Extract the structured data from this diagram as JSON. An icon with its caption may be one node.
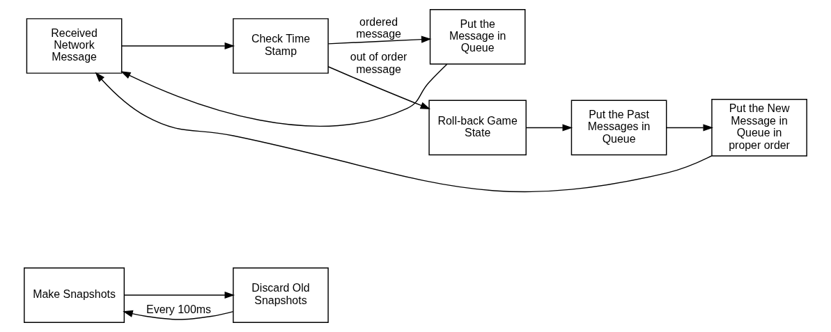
{
  "diagram": {
    "nodes": [
      {
        "text": [
          "Make Snapshots"
        ]
      },
      {
        "text": [
          "Discard Old Snapshots"
        ]
      },
      {
        "text": [
          "Received Network Message"
        ]
      },
      {
        "text": [
          "Check Time Stamp"
        ]
      },
      {
        "text": [
          "Put the Message in Queue"
        ]
      },
      {
        "text": [
          "Roll-back Game State"
        ]
      },
      {
        "text": [
          "Put the Past Messages in Queue"
        ]
      },
      {
        "text": [
          "Put the New Message in Queue in proper order"
        ]
      }
    ],
    "edges": [
      {
        "from": 0,
        "to": 1,
        "arrow": "to"
      },
      {
        "from": 1,
        "to": 0,
        "arrow": "to",
        "label": "Every 100ms"
      },
      {
        "from": 2,
        "to": 3,
        "arrow": "to"
      },
      {
        "from": 3,
        "to": 4,
        "arrow": "to",
        "label": "ordered message"
      },
      {
        "from": 3,
        "to": 5,
        "arrow": "to",
        "label": "out of order message"
      },
      {
        "from": 5,
        "to": 6,
        "arrow": "to"
      },
      {
        "from": 6,
        "to": 7,
        "arrow": "to"
      },
      {
        "from": 4,
        "to": 2,
        "arrow": "to"
      },
      {
        "from": 7,
        "to": 2,
        "arrow": "to"
      }
    ]
  }
}
